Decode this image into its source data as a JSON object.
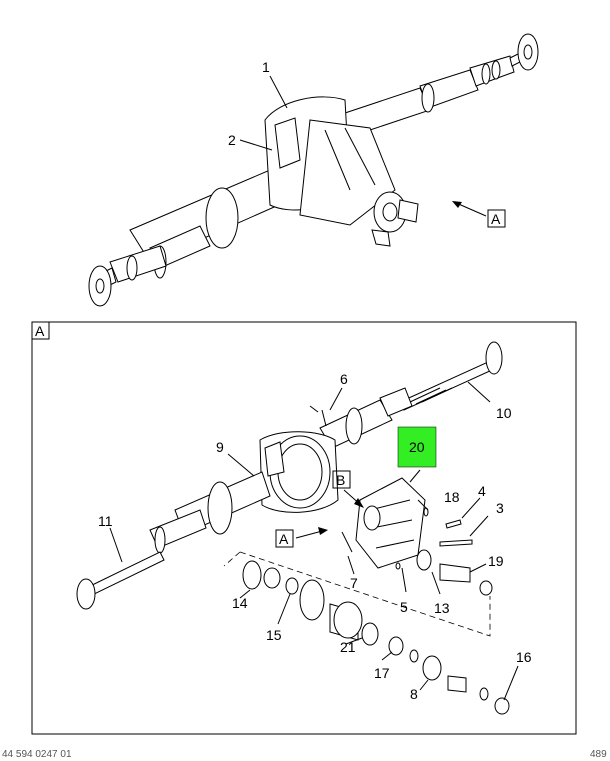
{
  "callouts_top": {
    "c1": "1",
    "c2": "2",
    "view_ref": "A"
  },
  "detail_panel": {
    "panel_label": "A",
    "ref_a": "A",
    "ref_b": "B",
    "highlight_label": "20",
    "highlight_color": "#33ee22",
    "c3": "3",
    "c4": "4",
    "c5": "5",
    "c6": "6",
    "c7": "7",
    "c8": "8",
    "c9": "9",
    "c10": "10",
    "c11": "11",
    "c13": "13",
    "c14": "14",
    "c15": "15",
    "c16": "16",
    "c17": "17",
    "c18": "18",
    "c19": "19",
    "c21": "21"
  },
  "footer": {
    "left": "44 594 0247 01",
    "right": "489"
  }
}
